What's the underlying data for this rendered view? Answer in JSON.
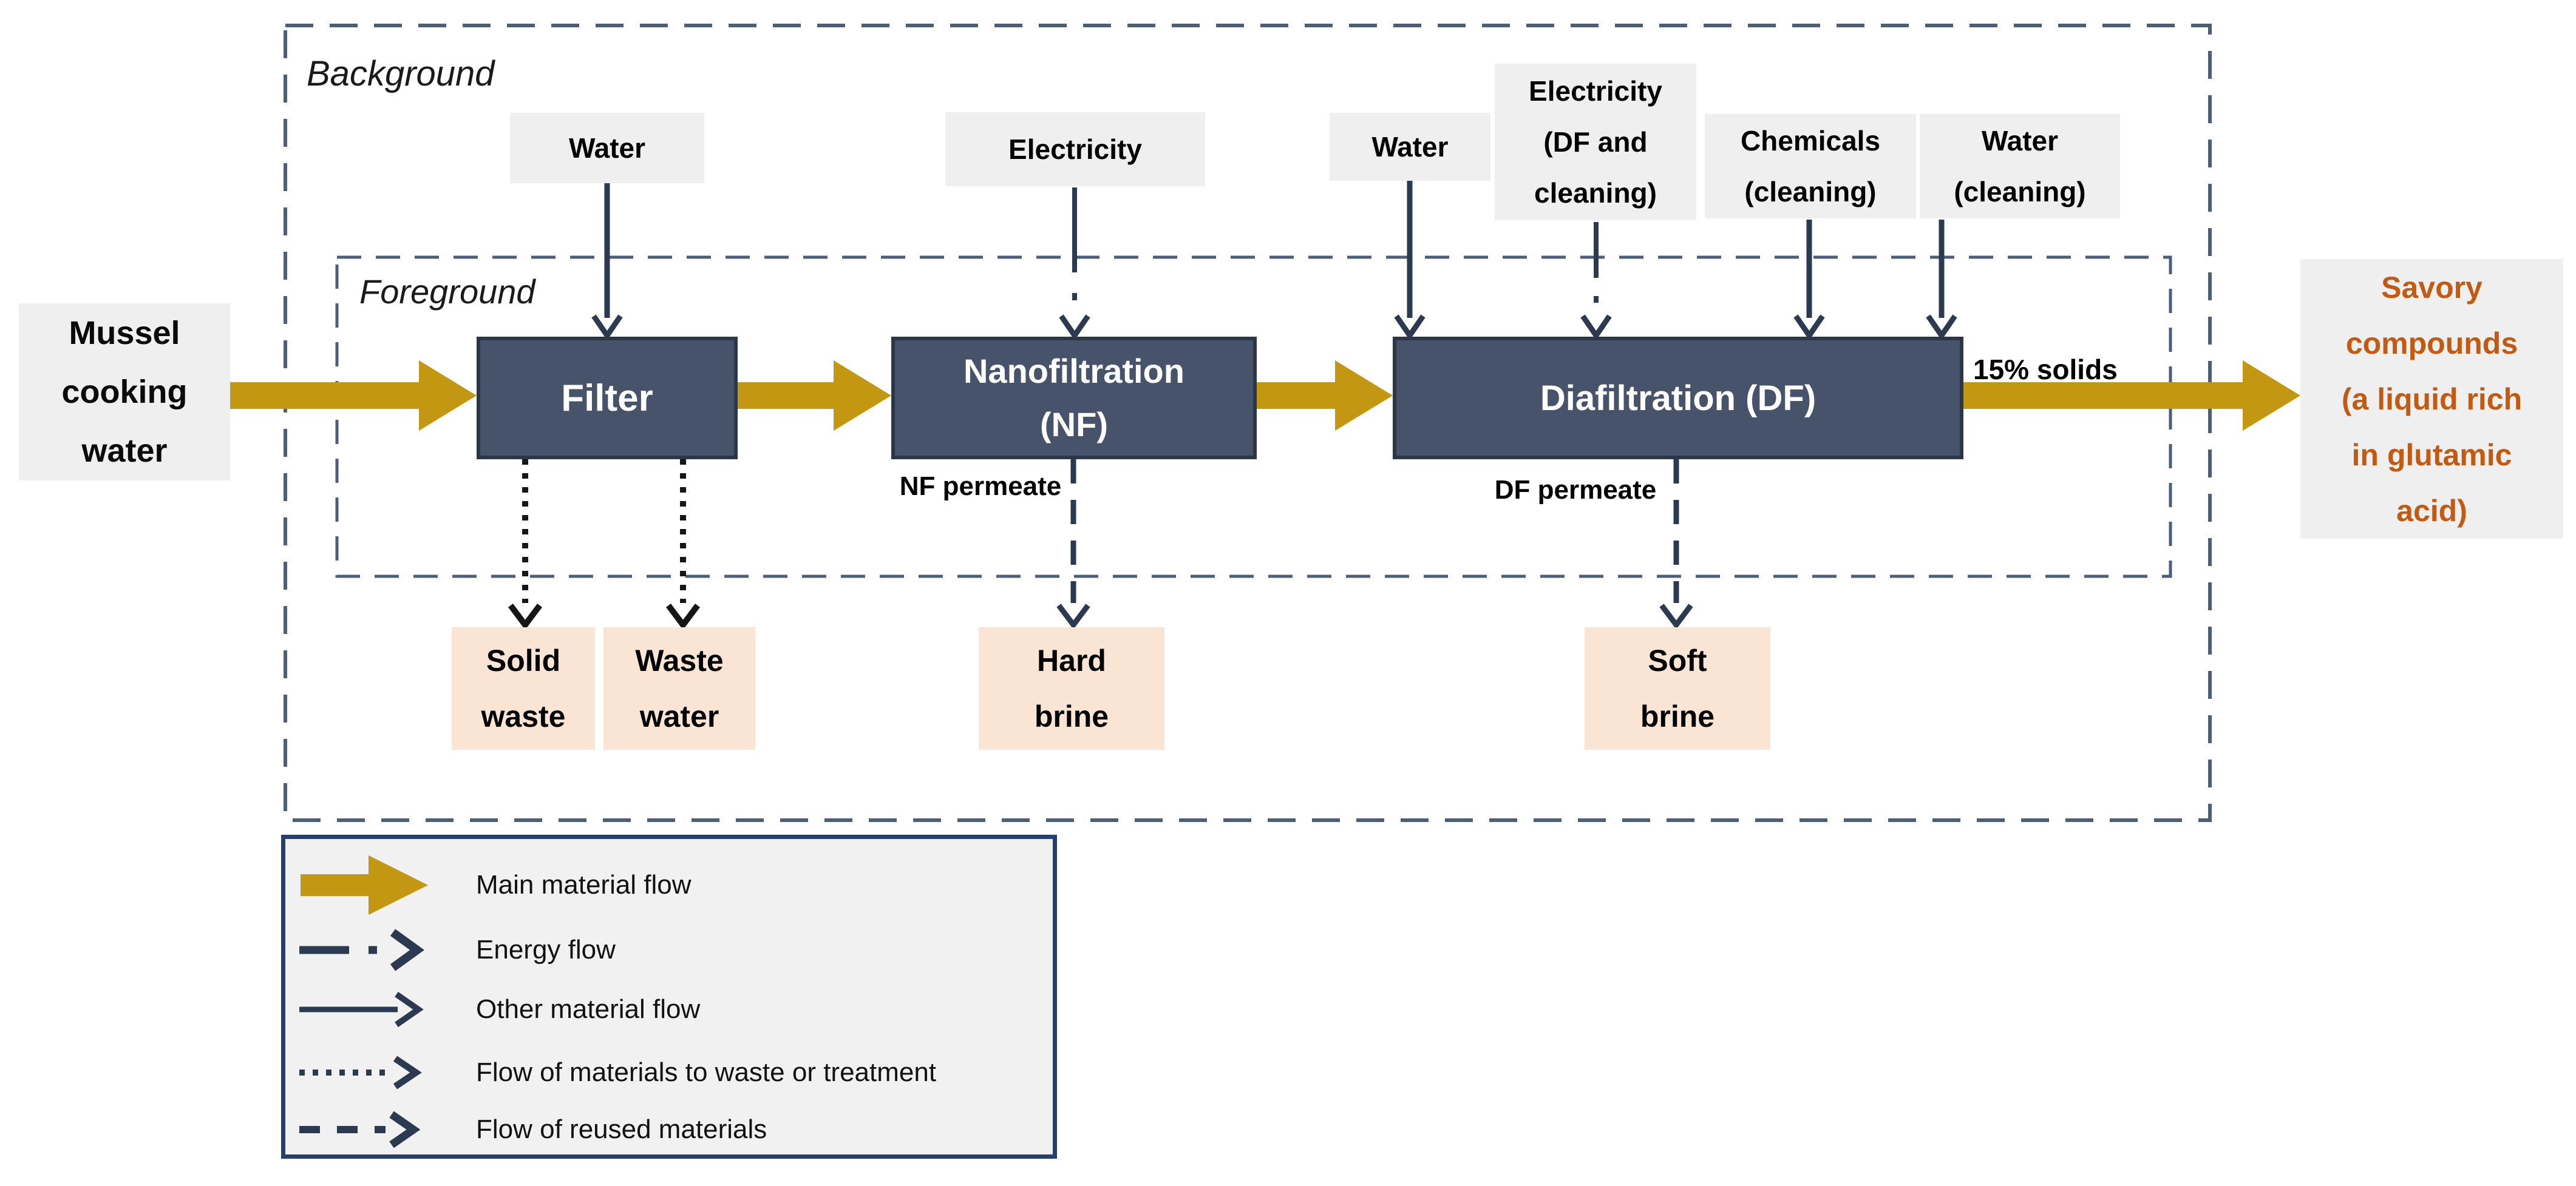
{
  "colors": {
    "gold": "#C49712",
    "navy": "#2B3A50",
    "slate": "#4D5E77",
    "box_fill": "#46536B",
    "box_border": "#2B3647",
    "peach": "#FAE5D5",
    "light_gray": "#EFEFEF",
    "legend_bg": "#F1F1F1",
    "legend_border": "#24406E",
    "orange": "#C35A11",
    "dotted": "#161616"
  },
  "scopes": {
    "background_label": "Background",
    "foreground_label": "Foreground"
  },
  "input_box": {
    "lines": [
      "Mussel",
      "cooking",
      "water"
    ]
  },
  "top_inputs": {
    "water_filter": {
      "label": "Water"
    },
    "electricity_nf": {
      "label": "Electricity"
    },
    "water_df": {
      "label": "Water"
    },
    "electricity_df": {
      "lines": [
        "Electricity",
        "(DF and",
        "cleaning)"
      ]
    },
    "chemicals_cleaning": {
      "lines": [
        "Chemicals",
        "(cleaning)"
      ]
    },
    "water_cleaning": {
      "lines": [
        "Water",
        "(cleaning)"
      ]
    }
  },
  "processes": {
    "filter": {
      "label": "Filter"
    },
    "nanofiltration": {
      "lines": [
        "Nanofiltration",
        "(NF)"
      ]
    },
    "diafiltration": {
      "label": "Diafiltration (DF)"
    }
  },
  "outputs": {
    "solid_waste": {
      "lines": [
        "Solid",
        "waste"
      ]
    },
    "waste_water": {
      "lines": [
        "Waste",
        "water"
      ]
    },
    "hard_brine": {
      "lines": [
        "Hard",
        "brine"
      ]
    },
    "soft_brine": {
      "lines": [
        "Soft",
        "brine"
      ]
    },
    "savory_compounds": {
      "lines": [
        "Savory",
        "compounds",
        "(a liquid rich",
        "in glutamic",
        "acid)"
      ]
    }
  },
  "annotations": {
    "nf_permeate": {
      "lines": [
        "NF",
        "permeate"
      ]
    },
    "df_permeate": {
      "lines": [
        "DF",
        "permeate"
      ]
    },
    "solids_note": "15% solids"
  },
  "legend": {
    "items": [
      {
        "label": "Main material flow",
        "symbol": "main-material-flow"
      },
      {
        "label": "Energy flow",
        "symbol": "energy-flow"
      },
      {
        "label": "Other material flow",
        "symbol": "other-material-flow"
      },
      {
        "label": "Flow of materials to waste or treatment",
        "symbol": "waste-flow"
      },
      {
        "label": "Flow of reused materials",
        "symbol": "reused-flow"
      }
    ]
  }
}
